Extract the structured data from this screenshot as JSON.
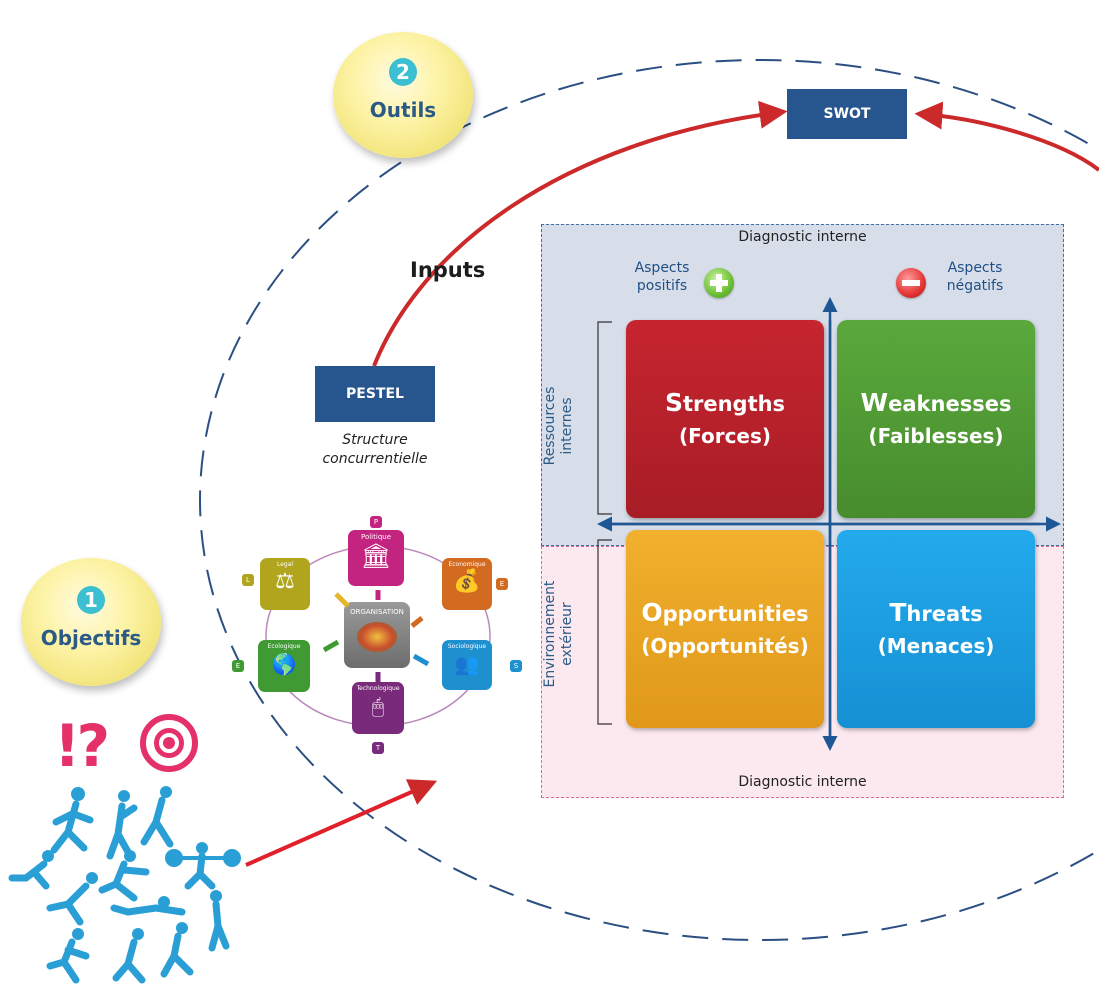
{
  "bubbles": {
    "outils": {
      "number": "2",
      "label": "Outils"
    },
    "objectifs": {
      "number": "1",
      "label": "Objectifs"
    }
  },
  "boxes": {
    "swot": "SWOT",
    "pestel": "PESTEL"
  },
  "inputs_label": "Inputs",
  "pestel_caption": [
    "Structure",
    "concurrentielle"
  ],
  "swot": {
    "top_label": "Diagnostic interne",
    "bottom_label": "Diagnostic interne",
    "positive_label": [
      "Aspects",
      "positifs"
    ],
    "negative_label": [
      "Aspects",
      "négatifs"
    ],
    "row_internal": [
      "Ressources",
      "internes"
    ],
    "row_external": [
      "Environnement",
      "extérieur"
    ],
    "quadrants": {
      "strengths": {
        "initial": "S",
        "rest": "trengths",
        "sub": "(Forces)",
        "color": "#b5202a"
      },
      "weaknesses": {
        "initial": "W",
        "rest": "eaknesses",
        "sub": "(Faiblesses)",
        "color": "#4f9a35"
      },
      "opportunities": {
        "initial": "O",
        "rest": "pportunities",
        "sub": "(Opportunités)",
        "color": "#eba621"
      },
      "threats": {
        "initial": "T",
        "rest": "hreats",
        "sub": "(Menaces)",
        "color": "#1ea0e0"
      }
    },
    "internal_bg": "#d7deea",
    "external_bg": "#fbe9ef"
  },
  "pestel_wheel": {
    "center": "ORGANISATION",
    "items": [
      {
        "name": "Politique",
        "letter": "P",
        "color": "#c2247f"
      },
      {
        "name": "Economique",
        "letter": "E",
        "color": "#d26a1f"
      },
      {
        "name": "Sociologique",
        "letter": "S",
        "color": "#1e8fcf"
      },
      {
        "name": "Technologique",
        "letter": "T",
        "color": "#7a2a7a"
      },
      {
        "name": "Ecologique",
        "letter": "E",
        "color": "#3f9a34"
      },
      {
        "name": "Legal",
        "letter": "L",
        "color": "#b1a51e"
      }
    ]
  },
  "objectifs_icons": {
    "symbols": "!?",
    "accent": "#e5316a",
    "athletes_color": "#2a9fd6"
  }
}
